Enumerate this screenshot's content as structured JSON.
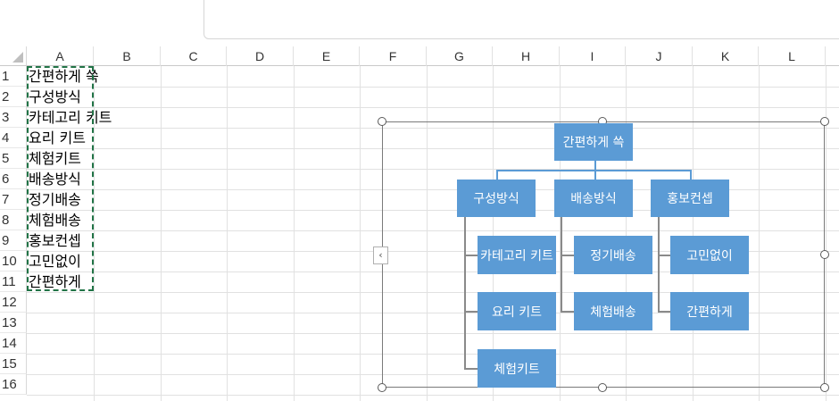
{
  "columns": [
    "A",
    "B",
    "C",
    "D",
    "E",
    "F",
    "G",
    "H",
    "I",
    "J",
    "K",
    "L"
  ],
  "rows": [
    "1",
    "2",
    "3",
    "4",
    "5",
    "6",
    "7",
    "8",
    "9",
    "10",
    "11",
    "12",
    "13",
    "14",
    "15",
    "16"
  ],
  "cells": [
    "간편하게 쓱",
    "구성방식",
    "카테고리 키트",
    "요리 키트",
    "체험키트",
    "배송방식",
    "정기배송",
    "체험배송",
    "홍보컨셉",
    "고민없이",
    "간편하게"
  ],
  "smartart": {
    "root": "간편하게 쓱",
    "level1": [
      "구성방식",
      "배송방식",
      "홍보컨셉"
    ],
    "group1": [
      "카테고리 키트",
      "요리 키트",
      "체험키트"
    ],
    "group2": [
      "정기배송",
      "체험배송"
    ],
    "group3": [
      "고민없이",
      "간편하게"
    ],
    "node_color": "#5b9bd5",
    "expand_glyph": "‹"
  },
  "colors": {
    "marquee": "#217346",
    "gridline": "#e1e1e1"
  }
}
